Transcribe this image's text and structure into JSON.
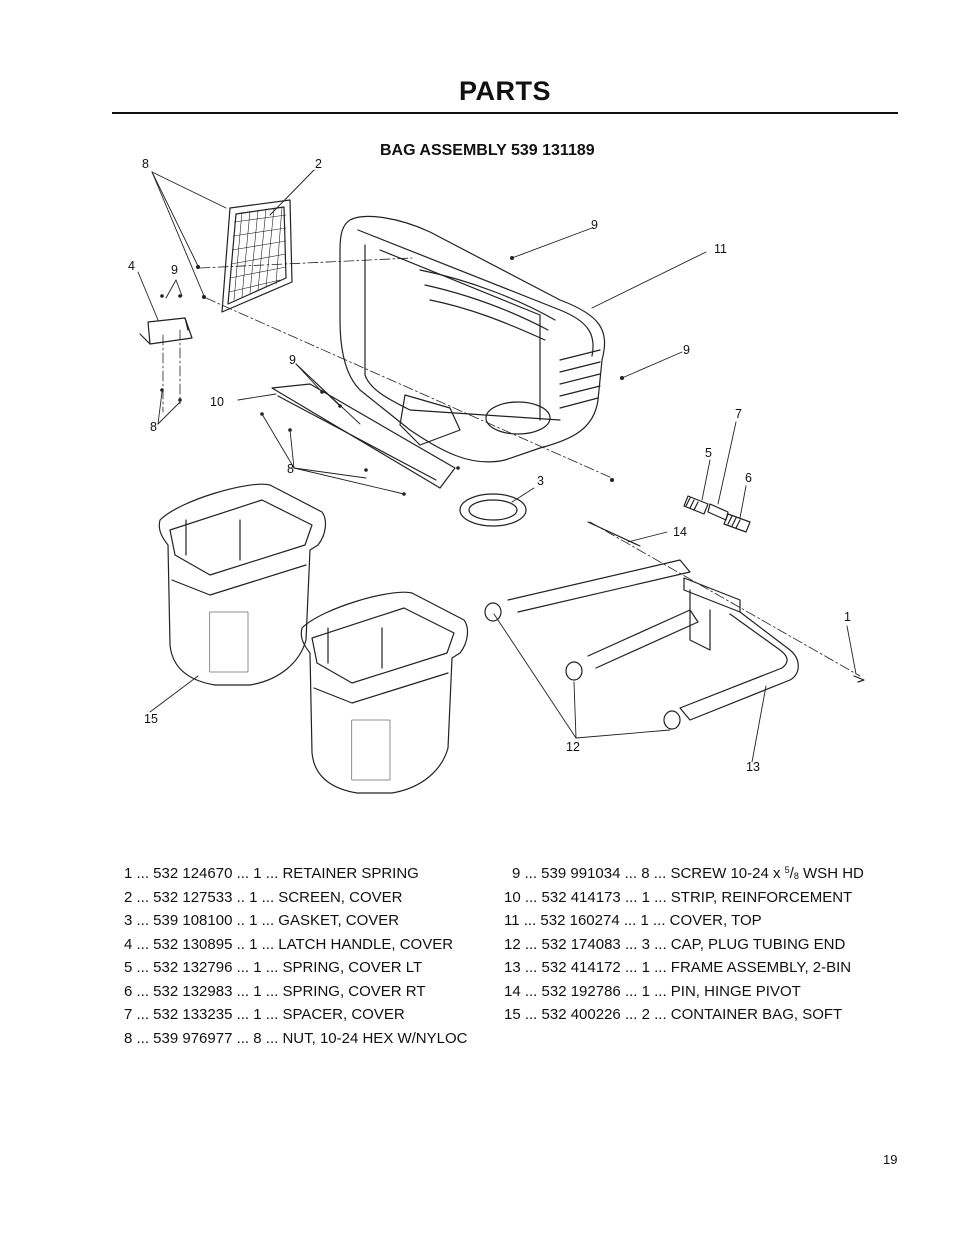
{
  "page": {
    "title": "PARTS",
    "assembly_title": "BAG ASSEMBLY 539 131189",
    "page_number": "19"
  },
  "callouts": {
    "c8a": "8",
    "c2": "2",
    "c4": "4",
    "c9a": "9",
    "c9b": "9",
    "c11": "11",
    "c9c": "9",
    "c9d": "9",
    "c10": "10",
    "c8b": "8",
    "c8c": "8",
    "c7": "7",
    "c5": "5",
    "c6": "6",
    "c3": "3",
    "c14": "14",
    "c1": "1",
    "c15": "15",
    "c12": "12",
    "c13": "13"
  },
  "parts_left": [
    {
      "text": "1 ... 532 124670 ... 1 ... RETAINER SPRING"
    },
    {
      "text": "2 ... 532 127533 .. 1 ... SCREEN, COVER"
    },
    {
      "text": "3 ... 539 108100 .. 1 ... GASKET, COVER"
    },
    {
      "text": "4 ... 532 130895 .. 1 ... LATCH HANDLE, COVER"
    },
    {
      "text": "5 ... 532 132796 ... 1 ... SPRING, COVER LT"
    },
    {
      "text": "6 ... 532 132983 ... 1 ... SPRING, COVER RT"
    },
    {
      "text": "7 ... 532 133235 ... 1 ... SPACER, COVER"
    },
    {
      "text": "8 ... 539 976977 ... 8 ... NUT, 10-24 HEX W/NYLOC"
    }
  ],
  "parts_right": [
    {
      "text": "  9 ... 539 991034 ... 8 ... SCREW 10-24 x ",
      "frac_num": "5",
      "frac_den": "8",
      "suffix": " WSH HD"
    },
    {
      "text": "10 ... 532 414173 ... 1 ... STRIP, REINFORCEMENT"
    },
    {
      "text": "11 ... 532 160274 ... 1 ... COVER, TOP"
    },
    {
      "text": "12 ... 532 174083 ... 3 ... CAP, PLUG TUBING END"
    },
    {
      "text": "13 ... 532 414172 ... 1 ... FRAME ASSEMBLY, 2-BIN"
    },
    {
      "text": "14 ... 532 192786 ... 1 ... PIN, HINGE PIVOT"
    },
    {
      "text": "15 ... 532 400226 ... 2 ... CONTAINER BAG, SOFT"
    }
  ]
}
